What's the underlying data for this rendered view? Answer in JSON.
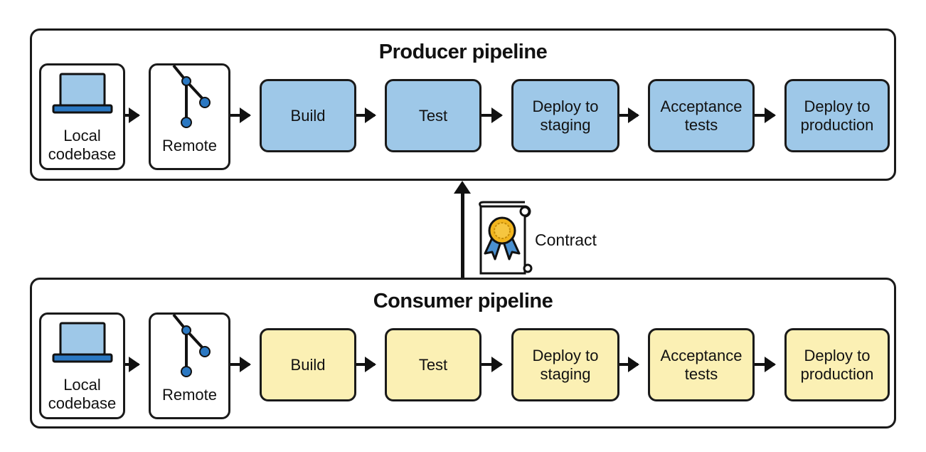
{
  "producer": {
    "title": "Producer pipeline",
    "local_label": "Local\ncodebase",
    "remote_label": "Remote",
    "stages": [
      "Build",
      "Test",
      "Deploy to\nstaging",
      "Acceptance\ntests",
      "Deploy to\nproduction"
    ],
    "color": "#9ec8e8"
  },
  "consumer": {
    "title": "Consumer pipeline",
    "local_label": "Local\ncodebase",
    "remote_label": "Remote",
    "stages": [
      "Build",
      "Test",
      "Deploy to\nstaging",
      "Acceptance\ntests",
      "Deploy to\nproduction"
    ],
    "color": "#fbf0b4"
  },
  "contract": {
    "label": "Contract"
  },
  "icons": {
    "local": "laptop-icon",
    "remote": "git-branch-icon",
    "contract": "certificate-icon"
  }
}
